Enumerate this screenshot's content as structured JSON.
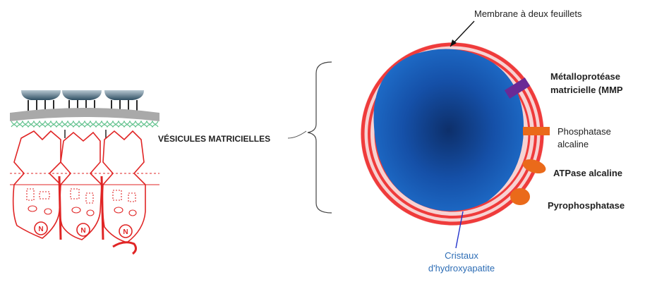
{
  "labels": {
    "vesicles": "VÉSICULES MATRICIELLES",
    "membrane": "Membrane à deux feuillets",
    "mmp_line1": "Métalloprotéase",
    "mmp_line2": "matricielle (MMP",
    "phosphatase_line1": "Phosphatase",
    "phosphatase_line2": "alcaline",
    "atpase": "ATPase alcaline",
    "pyrophosphatase": "Pyrophosphatase",
    "cristaux_line1": "Cristaux",
    "cristaux_line2": "d'hydroxyapatite",
    "nucleus": "N"
  },
  "colors": {
    "membrane_red": "#ef3b3b",
    "inner_pink": "#f4c4c4",
    "crystal_blue": "#1a5fb4",
    "crystal_dark": "#0d2f6a",
    "mmp_purple": "#6a2a96",
    "enzyme_orange": "#ea6a1a",
    "cell_red": "#e02525",
    "collagen_gray": "#3a5566",
    "pointer_blue": "#2233cc"
  }
}
